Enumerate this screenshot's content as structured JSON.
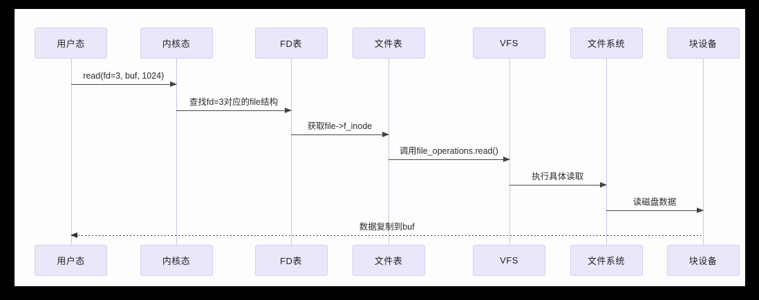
{
  "diagram": {
    "type": "sequence",
    "frame_background": "#000000",
    "canvas_background": "#fdfdfd",
    "actor_fill": "#e9e8fb",
    "actor_border": "#d2cdf0",
    "lifeline_color": "#c9c6e6",
    "arrow_color": "#454545"
  },
  "actors": [
    {
      "label": "用户态"
    },
    {
      "label": "内核态"
    },
    {
      "label": "FD表"
    },
    {
      "label": "文件表"
    },
    {
      "label": "VFS"
    },
    {
      "label": "文件系统"
    },
    {
      "label": "块设备"
    }
  ],
  "messages": [
    {
      "label": "read(fd=3, buf, 1024)",
      "from": "用户态",
      "to": "内核态",
      "style": "solid",
      "direction": "right"
    },
    {
      "label": "查找fd=3对应的file结构",
      "from": "内核态",
      "to": "FD表",
      "style": "solid",
      "direction": "right"
    },
    {
      "label": "获取file->f_inode",
      "from": "FD表",
      "to": "文件表",
      "style": "solid",
      "direction": "right"
    },
    {
      "label": "调用file_operations.read()",
      "from": "文件表",
      "to": "VFS",
      "style": "solid",
      "direction": "right"
    },
    {
      "label": "执行具体读取",
      "from": "VFS",
      "to": "文件系统",
      "style": "solid",
      "direction": "right"
    },
    {
      "label": "读磁盘数据",
      "from": "文件系统",
      "to": "块设备",
      "style": "solid",
      "direction": "right"
    },
    {
      "label": "数据复制到buf",
      "from": "块设备",
      "to": "用户态",
      "style": "dashed",
      "direction": "left"
    }
  ]
}
